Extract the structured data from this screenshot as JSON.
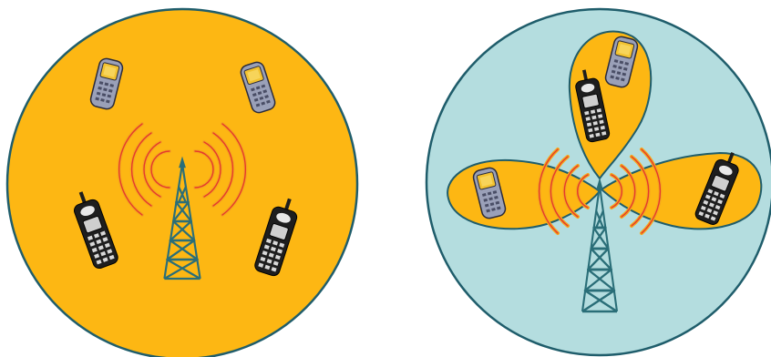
{
  "colors": {
    "omni_fill": "#FDB713",
    "beam_fill": "#B4DDDF",
    "lobe_fill": "#FDB713",
    "outline": "#1F5D6B",
    "tower": "#2A6E78",
    "wave_outer": "#F5A81C",
    "wave_inner": "#E5392D",
    "phone_body": "#9AA0B8",
    "phone_screen": "#F2C230",
    "handset_body": "#1E1E1E",
    "handset_keys": "#D8D8D8"
  },
  "panels": [
    {
      "name": "omnidirectional-coverage",
      "tower_icon": "radio-tower-icon",
      "waves": "radial-signal-waves-icon",
      "devices": [
        {
          "icon": "flip-phone-icon",
          "kind": "flip"
        },
        {
          "icon": "flip-phone-icon",
          "kind": "flip"
        },
        {
          "icon": "cell-phone-icon",
          "kind": "handset"
        },
        {
          "icon": "cell-phone-icon",
          "kind": "handset"
        }
      ]
    },
    {
      "name": "beamformed-coverage",
      "tower_icon": "radio-tower-icon",
      "waves": "directional-signal-waves-icon",
      "beams": [
        "left-beam",
        "up-beam",
        "right-beam"
      ],
      "devices": [
        {
          "icon": "flip-phone-icon",
          "kind": "flip"
        },
        {
          "icon": "cell-phone-icon",
          "kind": "handset"
        },
        {
          "icon": "flip-phone-icon",
          "kind": "flip"
        },
        {
          "icon": "cell-phone-icon",
          "kind": "handset"
        }
      ]
    }
  ]
}
